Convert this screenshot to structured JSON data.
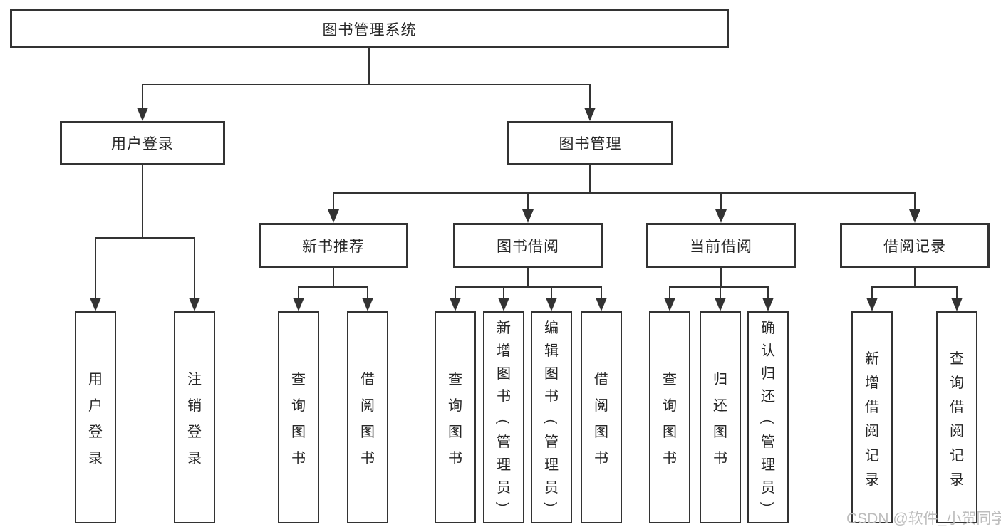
{
  "tree": {
    "root": "图书管理系统",
    "branches": [
      {
        "label": "用户登录",
        "leaves": [
          "用户登录",
          "注销登录"
        ]
      },
      {
        "label": "图书管理",
        "groups": [
          {
            "label": "新书推荐",
            "leaves": [
              "查询图书",
              "借阅图书"
            ]
          },
          {
            "label": "图书借阅",
            "leaves": [
              "查询图书",
              "新增图书（管理员）",
              "编辑图书（管理员）",
              "借阅图书"
            ]
          },
          {
            "label": "当前借阅",
            "leaves": [
              "查询图书",
              "归还图书",
              "确认归还（管理员）"
            ]
          },
          {
            "label": "借阅记录",
            "leaves": [
              "新增借阅记录",
              "查询借阅记录"
            ]
          }
        ]
      }
    ]
  },
  "watermark": {
    "text": "CSDN @软件_小贺同学",
    "color": "#bdbdbd"
  },
  "colors": {
    "line": "#333333",
    "text": "#262626",
    "box_background": "#ffffff",
    "page_background": "#ffffff"
  }
}
